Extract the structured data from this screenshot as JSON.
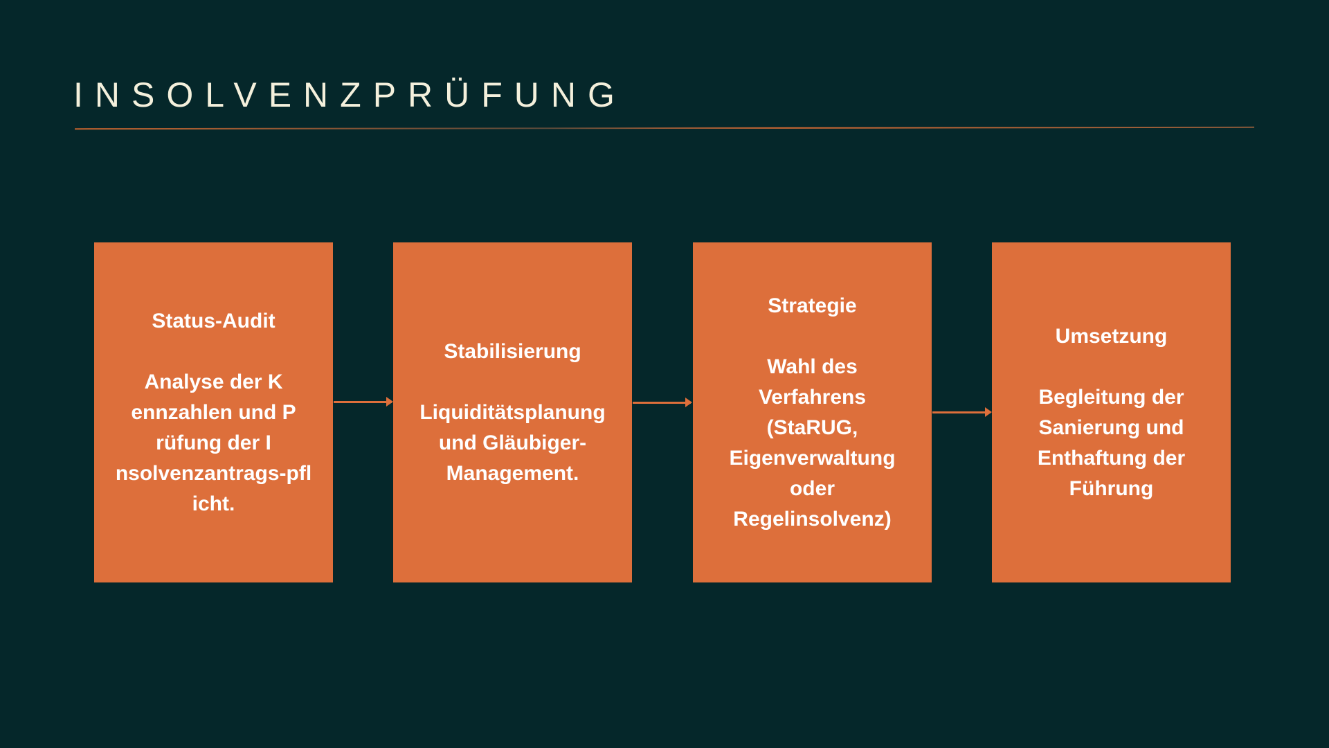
{
  "title": "INSOLVENZPRÜFUNG",
  "steps": [
    {
      "heading": "Status-Audit",
      "lines": [
        "Analyse der K",
        "ennzahlen und P",
        "rüfung der I",
        "nsolvenzantrags-pfl",
        "icht."
      ]
    },
    {
      "heading": "Stabilisierung",
      "lines": [
        "Liquiditätsplanung",
        "und Gläubiger-",
        "Management."
      ]
    },
    {
      "heading": "Strategie",
      "lines": [
        "Wahl des",
        "Verfahrens",
        "(StaRUG,",
        "Eigenverwaltung",
        "oder",
        "Regelinsolvenz)"
      ]
    },
    {
      "heading": "Umsetzung",
      "lines": [
        "Begleitung der",
        "Sanierung und",
        "Enthaftung der",
        "Führung"
      ]
    }
  ],
  "colors": {
    "background": "#05272a",
    "accent": "#dd6f3b",
    "title": "#f4f0dc"
  }
}
